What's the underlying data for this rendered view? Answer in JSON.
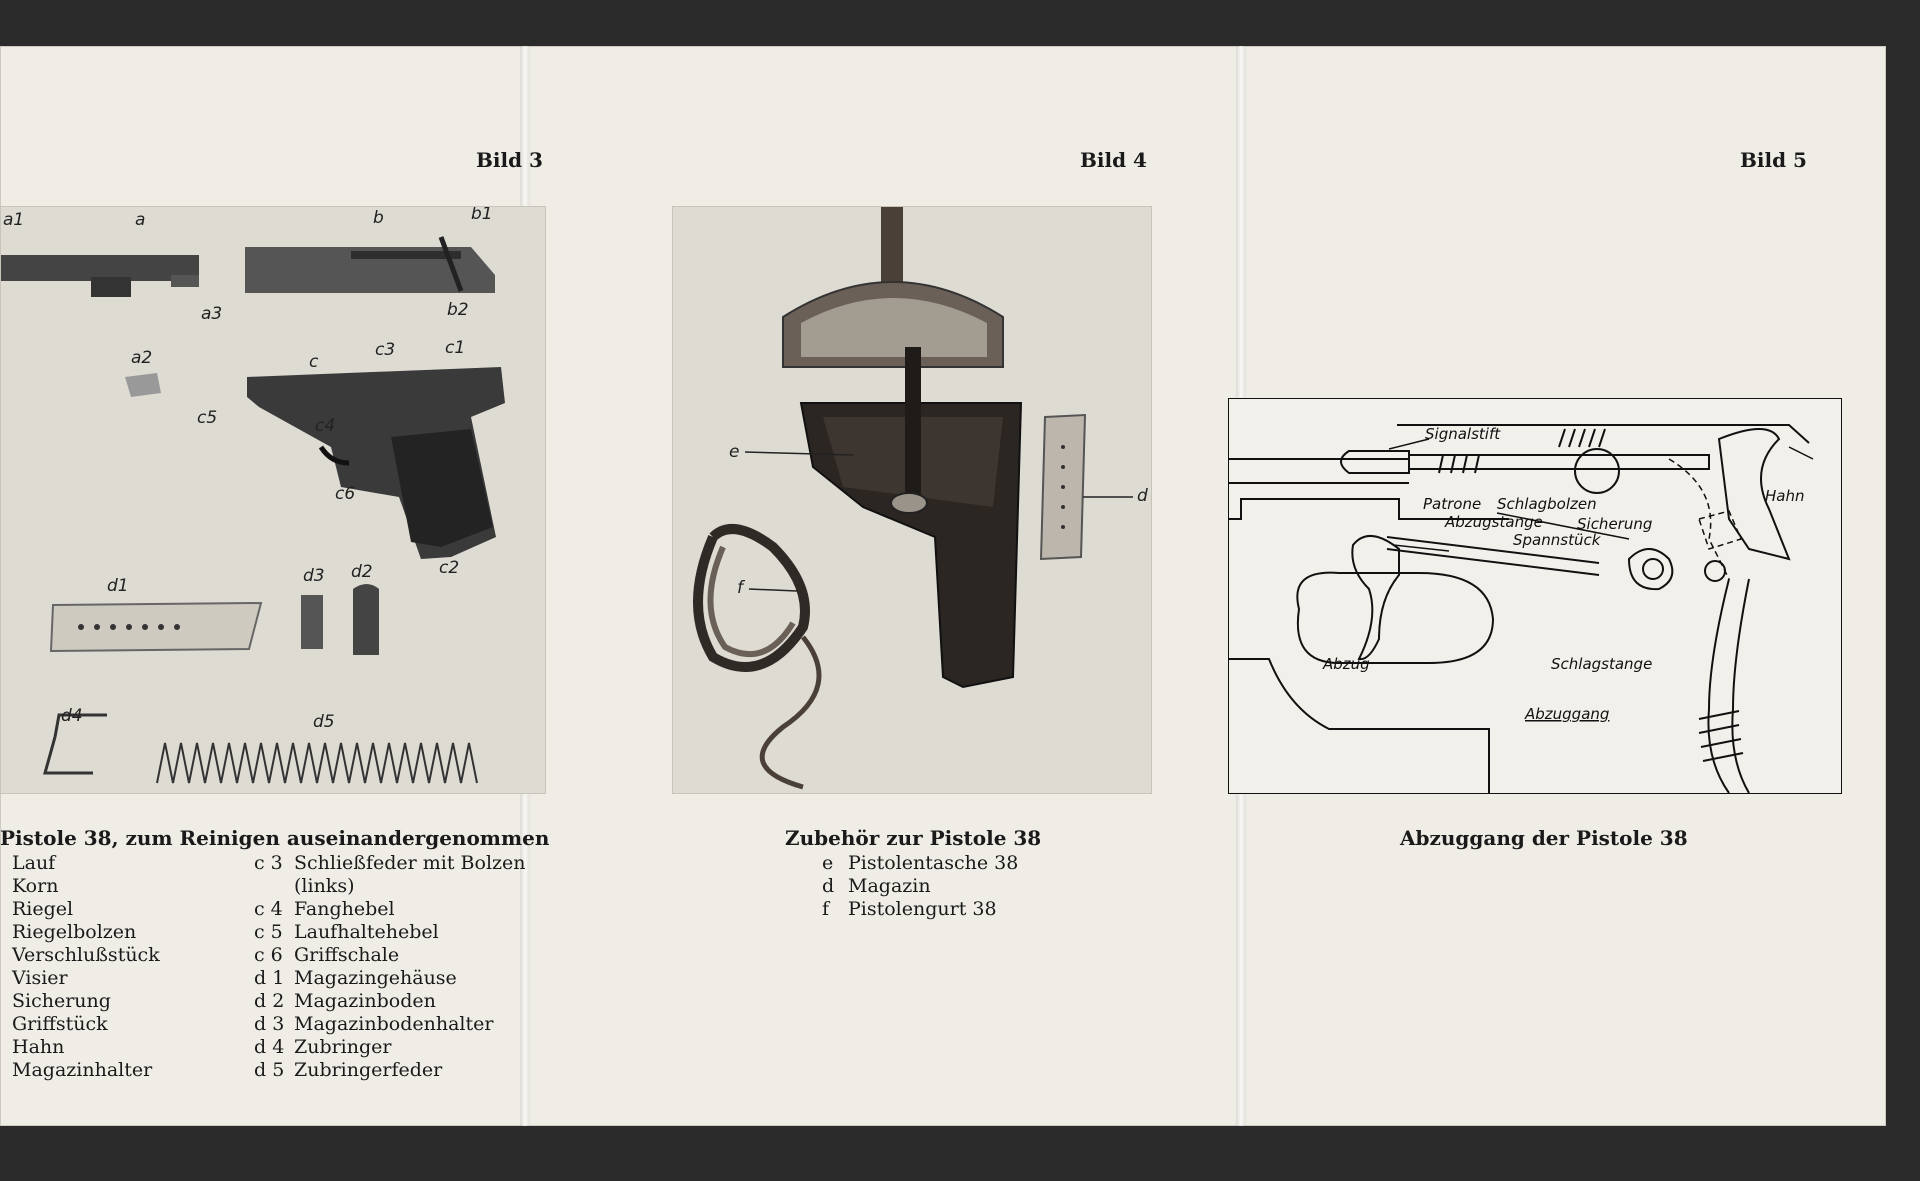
{
  "panel_left": {
    "figure_label": "Bild 3",
    "photo_labels": [
      "a1",
      "a",
      "b",
      "b1",
      "a3",
      "b2",
      "a2",
      "c",
      "c3",
      "c1",
      "c5",
      "c4",
      "c6",
      "c2",
      "d1",
      "d3",
      "d2",
      "d4",
      "d5"
    ],
    "caption": "Pistole 38, zum Reinigen auseinandergenommen",
    "legend_col1": [
      "Lauf",
      "Korn",
      "Riegel",
      "Riegelbolzen",
      "Verschlußstück",
      "Visier",
      "Sicherung",
      "Griffstück",
      "Hahn",
      "Magazinhalter"
    ],
    "legend_col2": [
      {
        "code": "c 3",
        "text": "Schließfeder mit Bolzen"
      },
      {
        "code": "",
        "text": "(links)"
      },
      {
        "code": "c 4",
        "text": "Fanghebel"
      },
      {
        "code": "c 5",
        "text": "Laufhaltehebel"
      },
      {
        "code": "c 6",
        "text": "Griffschale"
      },
      {
        "code": "d 1",
        "text": "Magazingehäuse"
      },
      {
        "code": "d 2",
        "text": "Magazinboden"
      },
      {
        "code": "d 3",
        "text": "Magazinbodenhalter"
      },
      {
        "code": "d 4",
        "text": "Zubringer"
      },
      {
        "code": "d 5",
        "text": "Zubringerfeder"
      }
    ]
  },
  "panel_middle": {
    "figure_label": "Bild 4",
    "photo_labels": [
      "e",
      "d",
      "f"
    ],
    "caption": "Zubehör zur Pistole 38",
    "legend": [
      {
        "code": "e",
        "text": "Pistolentasche 38"
      },
      {
        "code": "d",
        "text": "Magazin"
      },
      {
        "code": "f",
        "text": "Pistolengurt 38"
      }
    ]
  },
  "panel_right": {
    "figure_label": "Bild 5",
    "diagram_labels": {
      "signalstift": "Signalstift",
      "hahn": "Hahn",
      "patrone": "Patrone",
      "schlagbolzen": "Schlagbolzen",
      "abzugstange": "Abzugstange",
      "sicherung": "Sicherung",
      "spannstueck": "Spannstück",
      "abzug": "Abzug",
      "schlagstange": "Schlagstange",
      "abzuggang": "Abzuggang"
    },
    "caption": "Abzuggang der Pistole 38"
  }
}
